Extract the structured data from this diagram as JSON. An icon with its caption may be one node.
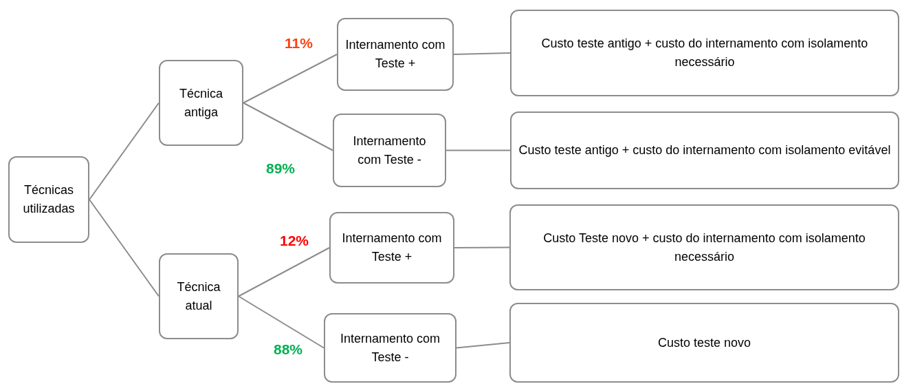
{
  "diagram": {
    "nodes": [
      {
        "text": [
          "Técnicas utilizadas"
        ]
      },
      {
        "text": [
          "Técnica antiga"
        ]
      },
      {
        "text": [
          "Técnica atual"
        ]
      },
      {
        "text": [
          "Internamento com Teste +"
        ]
      },
      {
        "text": [
          "Internamento com Teste -"
        ]
      },
      {
        "text": [
          "Internamento com Teste +"
        ]
      },
      {
        "text": [
          "Internamento com Teste -"
        ]
      },
      {
        "text": [
          "Custo teste antigo + custo do internamento com isolamento necessário"
        ]
      },
      {
        "text": [
          "Custo teste antigo + custo do internamento com isolamento evitável"
        ]
      },
      {
        "text": [
          "Custo Teste novo +  custo do internamento com isolamento necessário"
        ]
      },
      {
        "text": [
          "Custo teste novo"
        ]
      }
    ],
    "edges": [
      {
        "from": 0,
        "to": 1,
        "arrow": "none"
      },
      {
        "from": 0,
        "to": 2,
        "arrow": "none"
      },
      {
        "from": 1,
        "to": 3,
        "arrow": "none",
        "label": "11%"
      },
      {
        "from": 1,
        "to": 4,
        "arrow": "none",
        "label": "89%"
      },
      {
        "from": 2,
        "to": 5,
        "arrow": "none",
        "label": "12%"
      },
      {
        "from": 2,
        "to": 6,
        "arrow": "none",
        "label": "88%"
      },
      {
        "from": 3,
        "to": 7,
        "arrow": "none"
      },
      {
        "from": 4,
        "to": 8,
        "arrow": "none"
      },
      {
        "from": 5,
        "to": 9,
        "arrow": "none"
      },
      {
        "from": 6,
        "to": 10,
        "arrow": "none"
      }
    ]
  }
}
